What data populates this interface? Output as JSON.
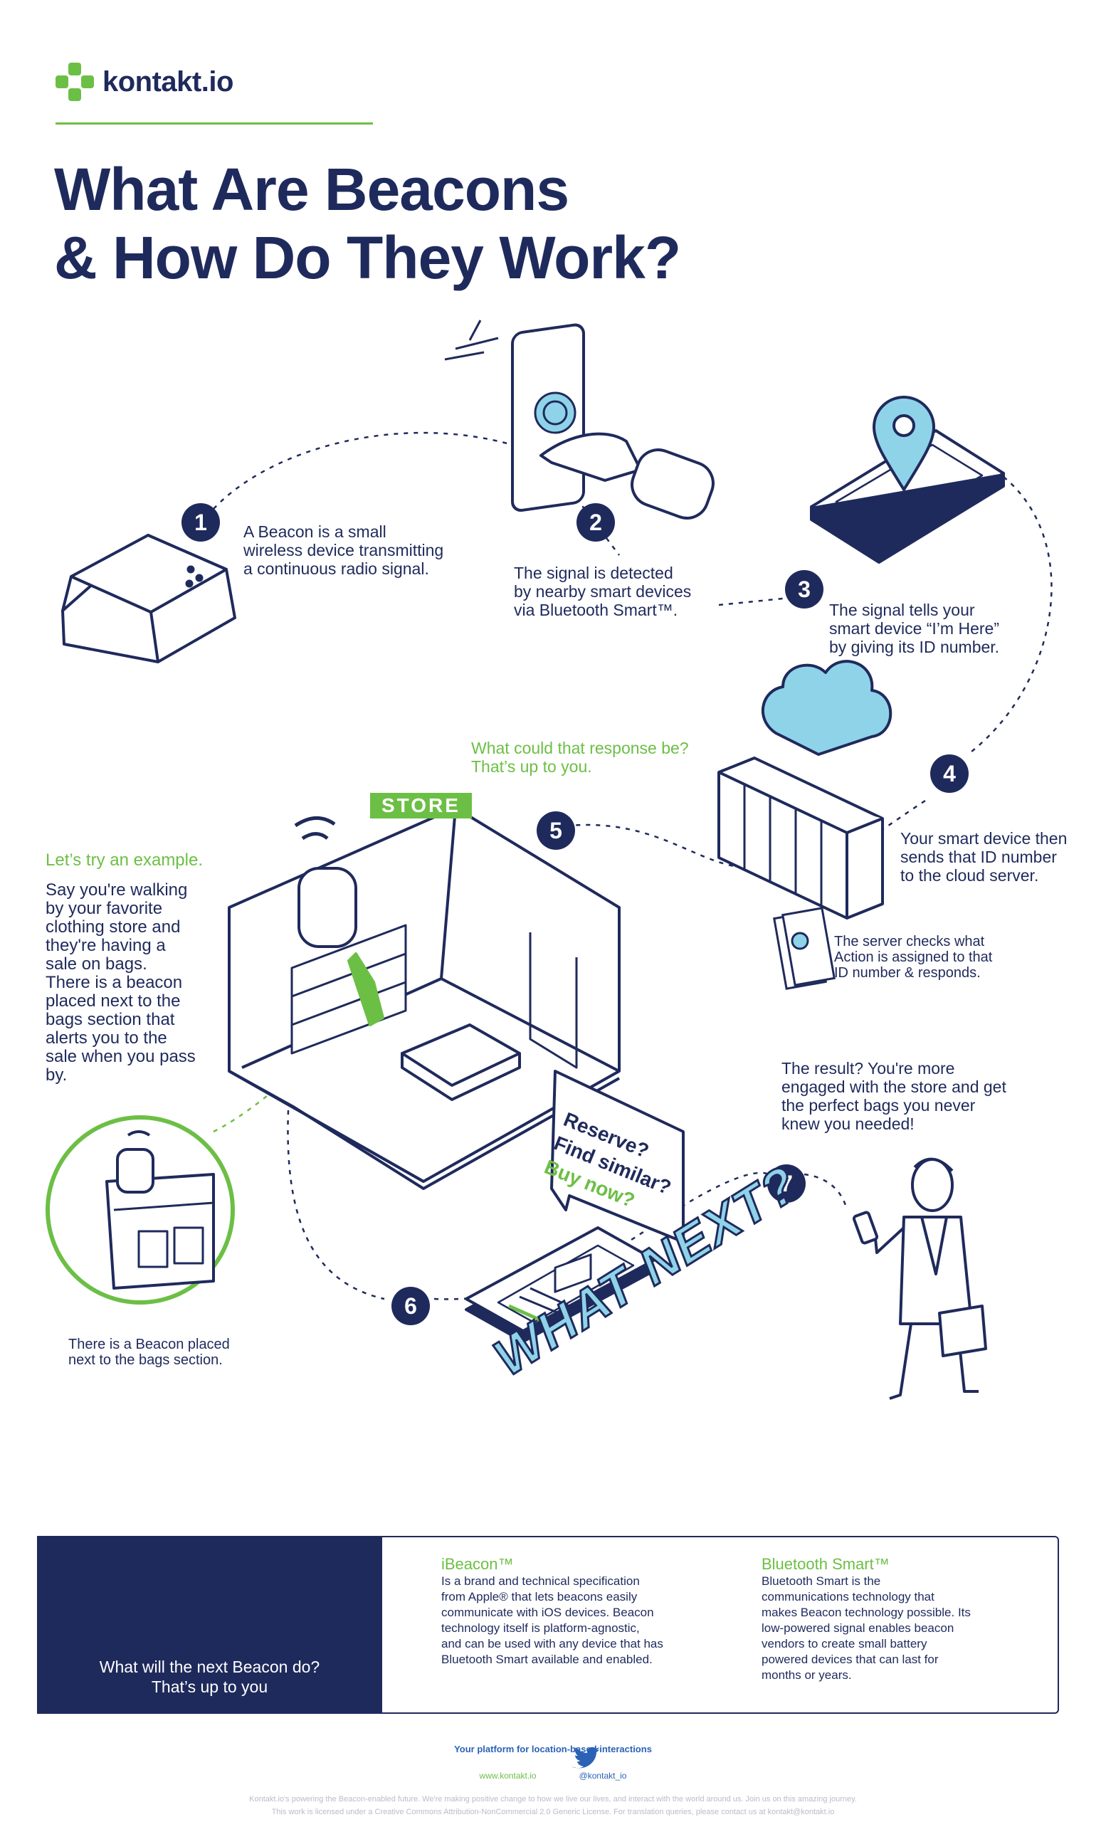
{
  "brand": {
    "logo_text": "kontakt.io"
  },
  "title": {
    "line1": "What Are Beacons",
    "line2": "& How Do They Work?"
  },
  "steps": [
    {
      "num": "1",
      "lines": [
        "A Beacon is a small",
        "wireless device transmitting",
        "a continuous radio signal."
      ]
    },
    {
      "num": "2",
      "lines": [
        "The signal is detected",
        "by nearby smart devices",
        "via Bluetooth Smart™."
      ]
    },
    {
      "num": "3",
      "lines": [
        "The signal tells your",
        "smart device “I’m Here”",
        "by giving its ID number."
      ]
    },
    {
      "num": "4",
      "lines": [
        "Your smart device then",
        "sends that ID number",
        "to the cloud server."
      ]
    },
    {
      "num": "5",
      "lines": [
        "What could that response be?",
        "That’s up to you."
      ]
    },
    {
      "num": "6"
    },
    {
      "num": "7",
      "lines": [
        "The result? You're more",
        "engaged with the store and get",
        "the perfect bags you never",
        "knew you needed!"
      ]
    }
  ],
  "server_note": {
    "lines": [
      "The server checks what",
      "Action is assigned to that",
      "ID number & responds."
    ]
  },
  "store": {
    "label": "STORE"
  },
  "example": {
    "heading": "Let’s try an example.",
    "lines": [
      "Say you're walking",
      "by your favorite",
      "clothing store and",
      "they're having a",
      "sale on bags.",
      "There is a beacon",
      "placed next to the",
      "bags section that",
      "alerts you to the",
      "sale when you pass",
      "by."
    ]
  },
  "bag_caption": {
    "lines": [
      "There is a Beacon placed",
      "next to the bags section."
    ]
  },
  "bubble": {
    "line1": "Reserve?",
    "line2": "Find similar?",
    "line3": "Buy now?"
  },
  "what_next": "WHAT NEXT?",
  "bottom": {
    "left_lines": [
      "What will the next Beacon do?",
      "That’s up to you"
    ],
    "ibeacon": {
      "title": "iBeacon™",
      "lines": [
        "Is a brand and technical specification",
        "from Apple® that lets beacons easily",
        "communicate with iOS devices. Beacon",
        "technology itself is platform-agnostic,",
        "and can be used with any device that has",
        "Bluetooth Smart available and enabled."
      ]
    },
    "bluetooth": {
      "title": "Bluetooth Smart™",
      "lines": [
        "Bluetooth Smart is the",
        "communications technology that",
        "makes Beacon technology possible. Its",
        "low-powered signal enables beacon",
        "vendors to create small battery",
        "powered devices that can last for",
        "months or years."
      ]
    }
  },
  "footer": {
    "tagline": "Your platform for location-based interactions",
    "website": "www.kontakt.io",
    "twitter": "@kontakt_io",
    "note1": "Kontakt.io's powering the Beacon-enabled future. We're making positive change to how we live our lives, and interact with the world around us. Join us on this amazing journey.",
    "note2": "This work is licensed under a Creative Commons Attribution-NonCommercial 2.0 Generic License. For translation queries, please contact us at kontakt@kontakt.io"
  },
  "colors": {
    "navy": "#1f2a5c",
    "green": "#6cbf45",
    "light_blue": "#8fd3e8"
  }
}
